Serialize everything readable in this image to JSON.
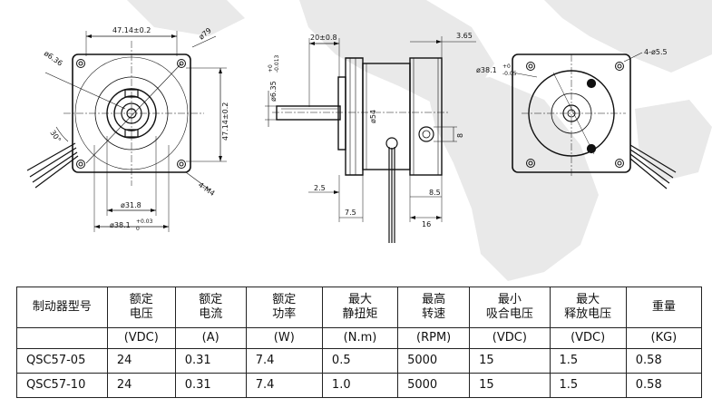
{
  "drawing": {
    "front": {
      "width_dim": "47.14±0.2",
      "phi79": "ø79",
      "phi636": "ø6.36",
      "height_dim": "47.14±0.2",
      "angle": "30°",
      "hole_note": "4-M4",
      "phi318": "ø31.8",
      "pilot_main": "ø38.1",
      "pilot_tol_up": "+0.03",
      "pilot_tol_low": "0"
    },
    "side": {
      "shaft_len": "20±0.8",
      "right_gap": "3.65",
      "shaft_dia_main": "ø6.35",
      "shaft_tol_up": "+0",
      "shaft_tol_low": "-0.013",
      "body_dia": "ø54",
      "hole_dia": "8",
      "dim_25": "2.5",
      "dim_75": "7.5",
      "dim_85": "8.5",
      "dim_16": "16"
    },
    "back": {
      "pilot_main": "ø38.1",
      "pilot_tol_up": "+0",
      "pilot_tol_low": "-0.05",
      "hole_note": "4-ø5.5"
    }
  },
  "table": {
    "headers": [
      {
        "l1": "制动器型号",
        "l2": ""
      },
      {
        "l1": "额定",
        "l2": "电压"
      },
      {
        "l1": "额定",
        "l2": "电流"
      },
      {
        "l1": "额定",
        "l2": "功率"
      },
      {
        "l1": "最大",
        "l2": "静扭矩"
      },
      {
        "l1": "最高",
        "l2": "转速"
      },
      {
        "l1": "最小",
        "l2": "吸合电压"
      },
      {
        "l1": "最大",
        "l2": "释放电压"
      },
      {
        "l1": "重量",
        "l2": ""
      }
    ],
    "units": [
      "",
      "(VDC)",
      "(A)",
      "(W)",
      "(N.m)",
      "(RPM)",
      "(VDC)",
      "(VDC)",
      "(KG)"
    ],
    "rows": [
      [
        "QSC57-05",
        "24",
        "0.31",
        "7.4",
        "0.5",
        "5000",
        "15",
        "1.5",
        "0.58"
      ],
      [
        "QSC57-10",
        "24",
        "0.31",
        "7.4",
        "1.0",
        "5000",
        "15",
        "1.5",
        "0.58"
      ]
    ]
  }
}
